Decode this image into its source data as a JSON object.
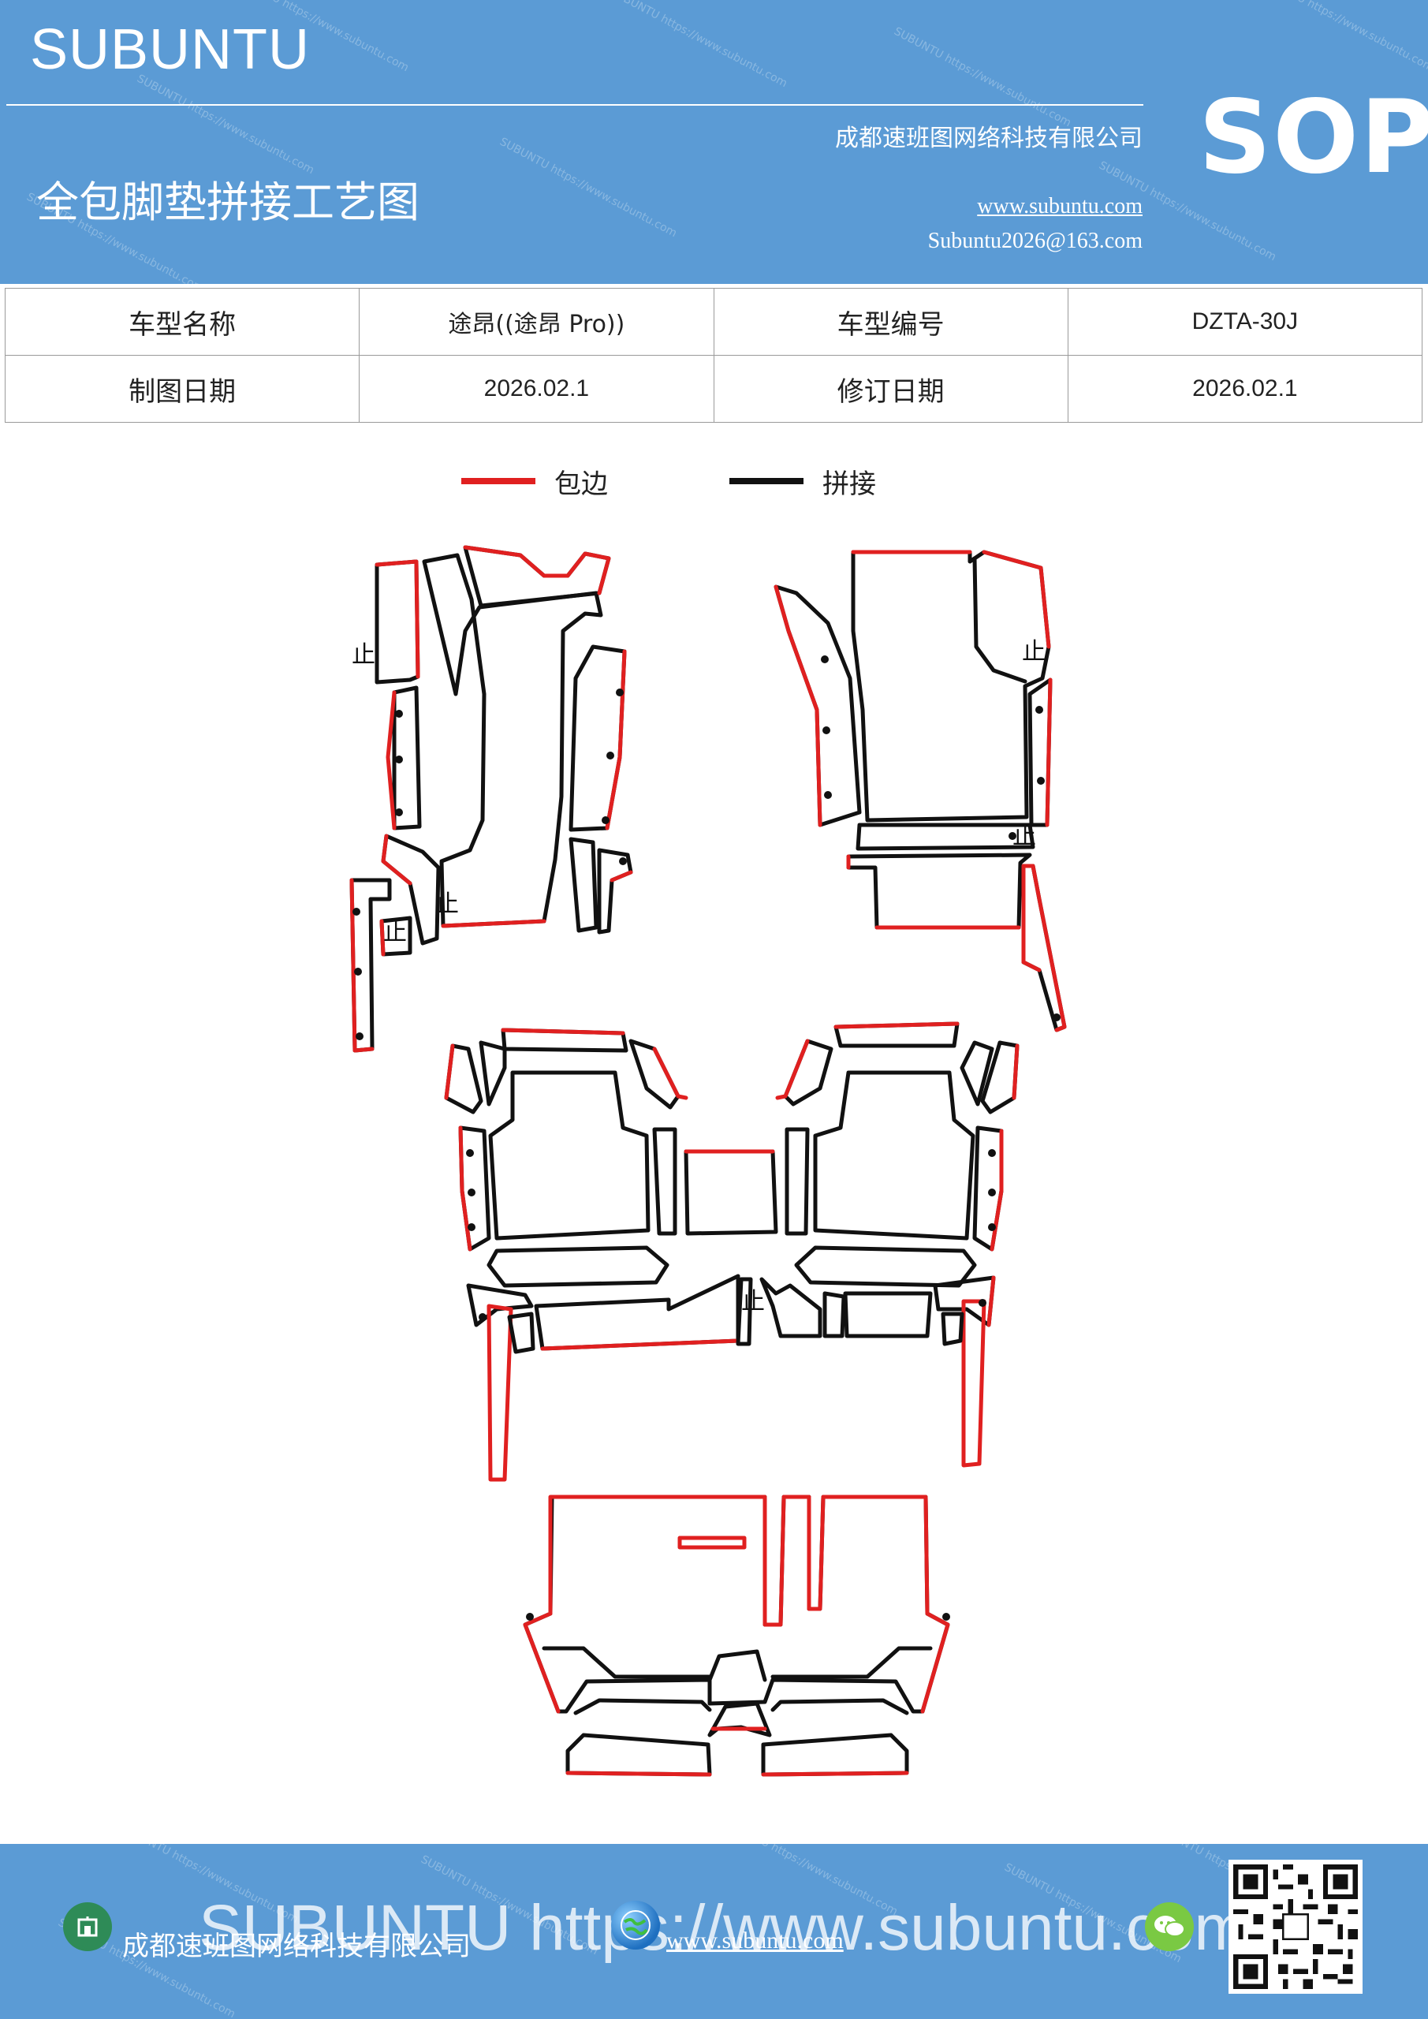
{
  "header": {
    "brand": "SUBUNTU",
    "title": "全包脚垫拼接工艺图",
    "company": "成都速班图网络科技有限公司",
    "website": "www.subuntu.com",
    "email": "Subuntu2026@163.com",
    "badge": "SOP",
    "watermark_text": "SUBUNTU https://www.subuntu.com"
  },
  "info_table": {
    "model_name_label": "车型名称",
    "model_name_value": "途昂((途昂 Pro))",
    "model_code_label": "车型编号",
    "model_code_value": "DZTA-30J",
    "draw_date_label": "制图日期",
    "draw_date_value": "2026.02.1",
    "revision_date_label": "修订日期",
    "revision_date_value": "2026.02.1"
  },
  "legend": {
    "edge_label": "包边",
    "seam_label": "拼接",
    "edge_color": "#e02020",
    "seam_color": "#111111"
  },
  "diagram": {
    "stop_mark": "止"
  },
  "footer": {
    "company": "成都速班图网络科技有限公司",
    "website": "www.subuntu.com",
    "overlay_text": "SUBUNTU https://www.subuntu.com",
    "icons": [
      "building-icon",
      "globe-icon",
      "wechat-icon"
    ]
  }
}
